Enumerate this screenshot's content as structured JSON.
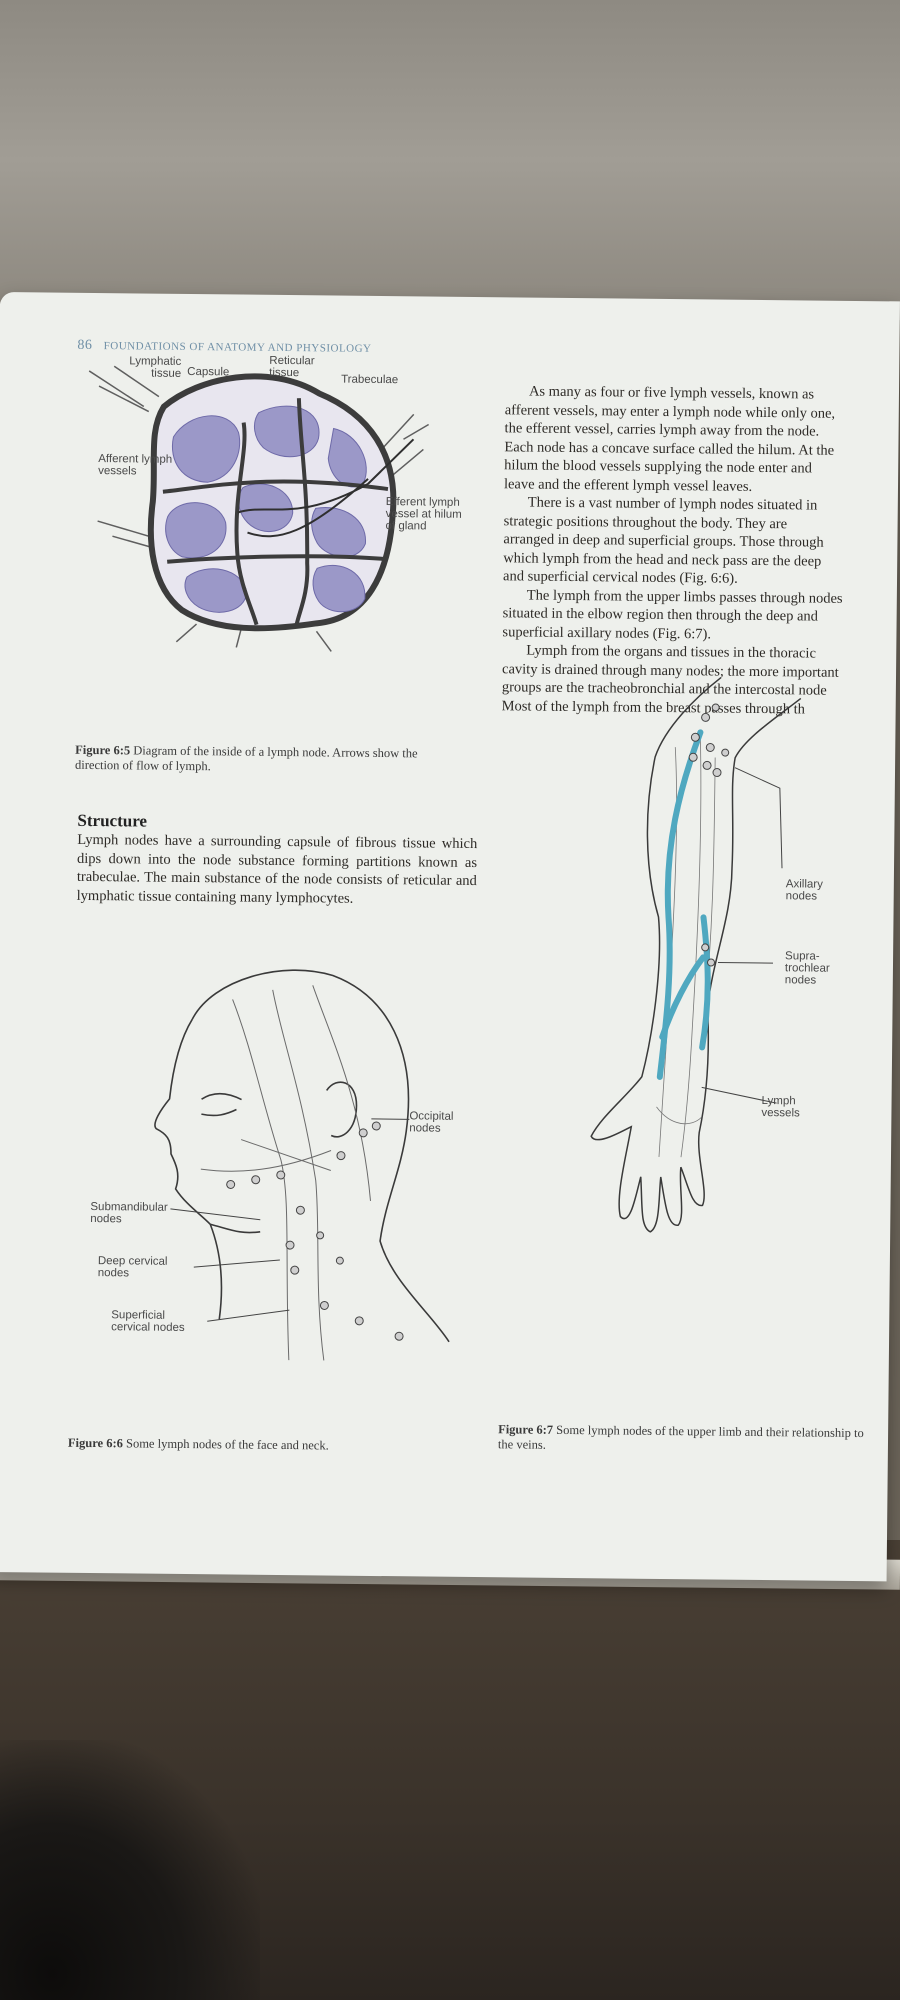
{
  "page": {
    "number": "86",
    "running_header": "FOUNDATIONS OF ANATOMY AND PHYSIOLOGY"
  },
  "right_column": {
    "lines": [
      "As many as four or five lymph vessels, known as",
      "afferent vessels, may enter a lymph node while only one,",
      "the efferent vessel, carries lymph away from the node.",
      "Each node has a concave surface called the hilum. At the",
      "hilum the blood vessels supplying the node enter and",
      "leave and the efferent lymph vessel leaves.",
      "There is a vast number of lymph nodes situated in",
      "strategic positions throughout the body. They are",
      "arranged in deep and superficial groups. Those through",
      "which lymph from the head and neck pass are the deep",
      "and superficial cervical nodes (Fig. 6:6).",
      "The lymph from the upper limbs passes through nodes",
      "situated in the elbow region then through the deep and",
      "superficial axillary nodes (Fig. 6:7).",
      "Lymph from the organs and tissues in the thoracic",
      "cavity is drained through many nodes; the more important",
      "groups are the tracheobronchial and the intercostal node",
      "Most of the lymph from the breast passes through th"
    ]
  },
  "figure_6_5": {
    "labels": {
      "lymphatic_tissue": "Lymphatic tissue",
      "capsule": "Capsule",
      "reticular_tissue": "Reticular tissue",
      "trabeculae": "Trabeculae",
      "afferent": "Afferent lymph vessels",
      "efferent": "Efferent lymph vessel at hilum of gland"
    },
    "caption_label": "Figure 6:5",
    "caption_text": "Diagram of the inside of a lymph node. Arrows show the direction of flow of lymph."
  },
  "structure": {
    "heading": "Structure",
    "text": "Lymph nodes have a surrounding capsule of fibrous tissue which dips down into the node substance forming partitions known as trabeculae. The main substance of the node consists of reticular and lymphatic tissue containing many lymphocytes."
  },
  "figure_6_6": {
    "labels": {
      "occipital": "Occipital nodes",
      "submandibular": "Submandibular nodes",
      "deep_cervical": "Deep cervical nodes",
      "superficial_cervical": "Superficial cervical nodes"
    },
    "caption_label": "Figure 6:6",
    "caption_text": "Some lymph nodes of the face and neck."
  },
  "figure_6_7": {
    "labels": {
      "axillary": "Axillary nodes",
      "supratrochlear": "Supra- trochlear nodes",
      "lymph_vessels": "Lymph vessels"
    },
    "caption_label": "Figure 6:7",
    "caption_text": "Some lymph nodes of the upper limb and their relationship to the veins."
  },
  "colors": {
    "paper": "#eef0ec",
    "header_blue": "#6f8fa6",
    "node_purple": "#9b98c8",
    "vein_blue": "#4fa8c0",
    "ink": "#2d2a26"
  }
}
